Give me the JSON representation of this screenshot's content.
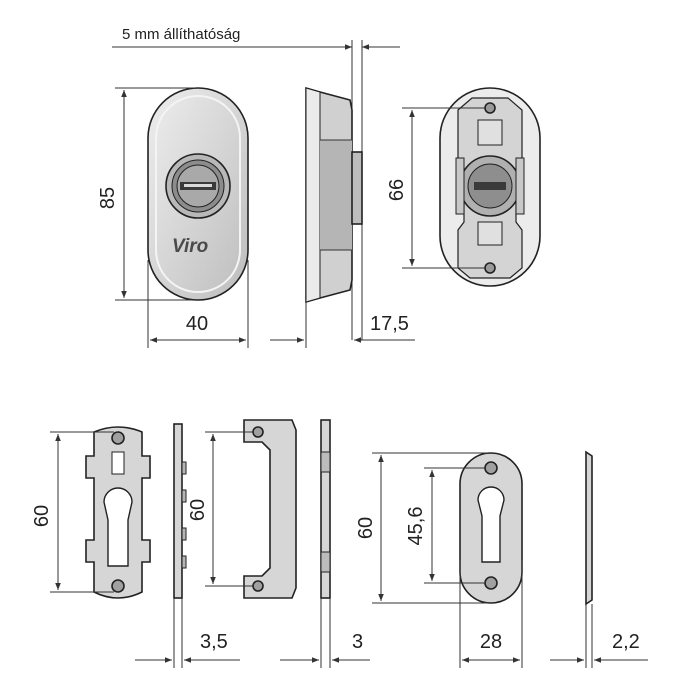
{
  "colors": {
    "part_fill": "#d5d5d5",
    "part_light": "#e6e6e6",
    "part_dark": "#9a9a9a",
    "outline": "#222222",
    "dimension_line": "#333333",
    "text": "#222222",
    "brand_text": "#4a4a4a"
  },
  "annotations": {
    "adjustability_note": "5 mm állíthatóság",
    "brand": "Viro"
  },
  "dimensions": {
    "front_height": "85",
    "front_width": "40",
    "side_depth": "17,5",
    "back_height": "66",
    "plate_height": "60",
    "plate_thickness": "3,5",
    "bracket_height": "60",
    "bracket_thickness": "3",
    "escutcheon_height": "60",
    "hole_spacing": "45,6",
    "escutcheon_width": "28",
    "escutcheon_thickness": "2,2"
  }
}
